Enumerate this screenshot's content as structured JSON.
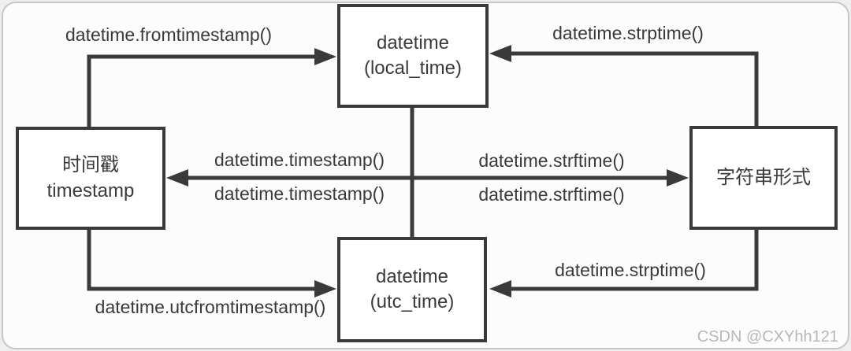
{
  "diagram": {
    "title_hint": "Python datetime conversion diagram",
    "nodes": {
      "local_time": {
        "lines": [
          "datetime",
          "(local_time)"
        ]
      },
      "utc_time": {
        "lines": [
          "datetime",
          "(utc_time)"
        ]
      },
      "timestamp": {
        "lines": [
          "时间戳",
          "timestamp"
        ]
      },
      "string_form": {
        "lines": [
          "字符串形式"
        ]
      }
    },
    "edges": {
      "fromtimestamp": {
        "label": "datetime.fromtimestamp()",
        "from": "timestamp",
        "to": "local_time"
      },
      "strptime_top": {
        "label": "datetime.strptime()",
        "from": "string_form",
        "to": "local_time"
      },
      "timestamp_upper": {
        "label": "datetime.timestamp()",
        "from": "datetime",
        "to": "timestamp"
      },
      "timestamp_lower": {
        "label": "datetime.timestamp()",
        "from": "datetime",
        "to": "timestamp"
      },
      "strftime_upper": {
        "label": "datetime.strftime()",
        "from": "datetime",
        "to": "string_form"
      },
      "strftime_lower": {
        "label": "datetime.strftime()",
        "from": "datetime",
        "to": "string_form"
      },
      "strptime_bottom": {
        "label": "datetime.strptime()",
        "from": "string_form",
        "to": "utc_time"
      },
      "utcfromtimestamp": {
        "label": "datetime.utcfromtimestamp()",
        "from": "timestamp",
        "to": "utc_time"
      }
    },
    "colors": {
      "line": "#3a3a3a",
      "box_border": "#3a3a3a",
      "box_bg": "#ffffff",
      "text": "#3a3a3a",
      "card_border": "#c6c6c6",
      "watermark": "#b8b8b8"
    }
  },
  "watermark": "CSDN @CXYhh121"
}
